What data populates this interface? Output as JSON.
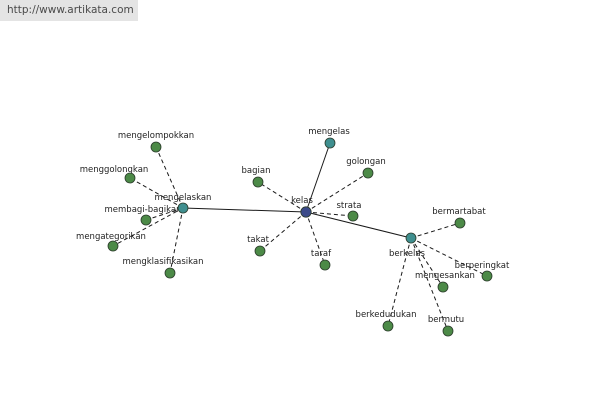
{
  "banner": {
    "url_text": "http://www.artikata.com"
  },
  "colors": {
    "hub": "#3b4a8a",
    "sub_hub": "#3f8f8f",
    "leaf": "#4c8a47"
  },
  "graph": {
    "nodes": [
      {
        "id": "kelas",
        "label": "kelas",
        "kind": "hub"
      },
      {
        "id": "mengelas",
        "label": "mengelas",
        "kind": "sub_hub"
      },
      {
        "id": "mengelaskan",
        "label": "mengelaskan",
        "kind": "sub_hub"
      },
      {
        "id": "berkelas",
        "label": "berkelas",
        "kind": "sub_hub"
      },
      {
        "id": "golongan",
        "label": "golongan",
        "kind": "leaf"
      },
      {
        "id": "strata",
        "label": "strata",
        "kind": "leaf"
      },
      {
        "id": "bagian",
        "label": "bagian",
        "kind": "leaf"
      },
      {
        "id": "takat",
        "label": "takat",
        "kind": "leaf"
      },
      {
        "id": "taraf",
        "label": "taraf",
        "kind": "leaf"
      },
      {
        "id": "mengelompokkan",
        "label": "mengelompokkan",
        "kind": "leaf"
      },
      {
        "id": "menggolongkan",
        "label": "menggolongkan",
        "kind": "leaf"
      },
      {
        "id": "membagi-bagikan",
        "label": "membagi-bagikan",
        "kind": "leaf"
      },
      {
        "id": "mengategorikan",
        "label": "mengategorikan",
        "kind": "leaf"
      },
      {
        "id": "mengklasifikasikan",
        "label": "mengklasifikasikan",
        "kind": "leaf"
      },
      {
        "id": "bermartabat",
        "label": "bermartabat",
        "kind": "leaf"
      },
      {
        "id": "berperingkat",
        "label": "berperingkat",
        "kind": "leaf"
      },
      {
        "id": "mengesankan",
        "label": "mengesankan",
        "kind": "leaf"
      },
      {
        "id": "berkedudukan",
        "label": "berkedudukan",
        "kind": "leaf"
      },
      {
        "id": "bermutu",
        "label": "bermutu",
        "kind": "leaf"
      }
    ],
    "edges": [
      {
        "from": "kelas",
        "to": "mengelas",
        "style": "solid"
      },
      {
        "from": "kelas",
        "to": "mengelaskan",
        "style": "solid"
      },
      {
        "from": "kelas",
        "to": "berkelas",
        "style": "solid"
      },
      {
        "from": "kelas",
        "to": "golongan",
        "style": "dashed"
      },
      {
        "from": "kelas",
        "to": "strata",
        "style": "dashed"
      },
      {
        "from": "kelas",
        "to": "bagian",
        "style": "dashed"
      },
      {
        "from": "kelas",
        "to": "takat",
        "style": "dashed"
      },
      {
        "from": "kelas",
        "to": "taraf",
        "style": "dashed"
      },
      {
        "from": "mengelaskan",
        "to": "mengelompokkan",
        "style": "dashed"
      },
      {
        "from": "mengelaskan",
        "to": "menggolongkan",
        "style": "dashed"
      },
      {
        "from": "mengelaskan",
        "to": "membagi-bagikan",
        "style": "dashed"
      },
      {
        "from": "mengelaskan",
        "to": "mengategorikan",
        "style": "dashed"
      },
      {
        "from": "mengelaskan",
        "to": "mengklasifikasikan",
        "style": "dashed"
      },
      {
        "from": "berkelas",
        "to": "bermartabat",
        "style": "dashed"
      },
      {
        "from": "berkelas",
        "to": "berperingkat",
        "style": "dashed"
      },
      {
        "from": "berkelas",
        "to": "mengesankan",
        "style": "dashed"
      },
      {
        "from": "berkelas",
        "to": "berkedudukan",
        "style": "dashed"
      },
      {
        "from": "berkelas",
        "to": "bermutu",
        "style": "dashed"
      }
    ]
  }
}
